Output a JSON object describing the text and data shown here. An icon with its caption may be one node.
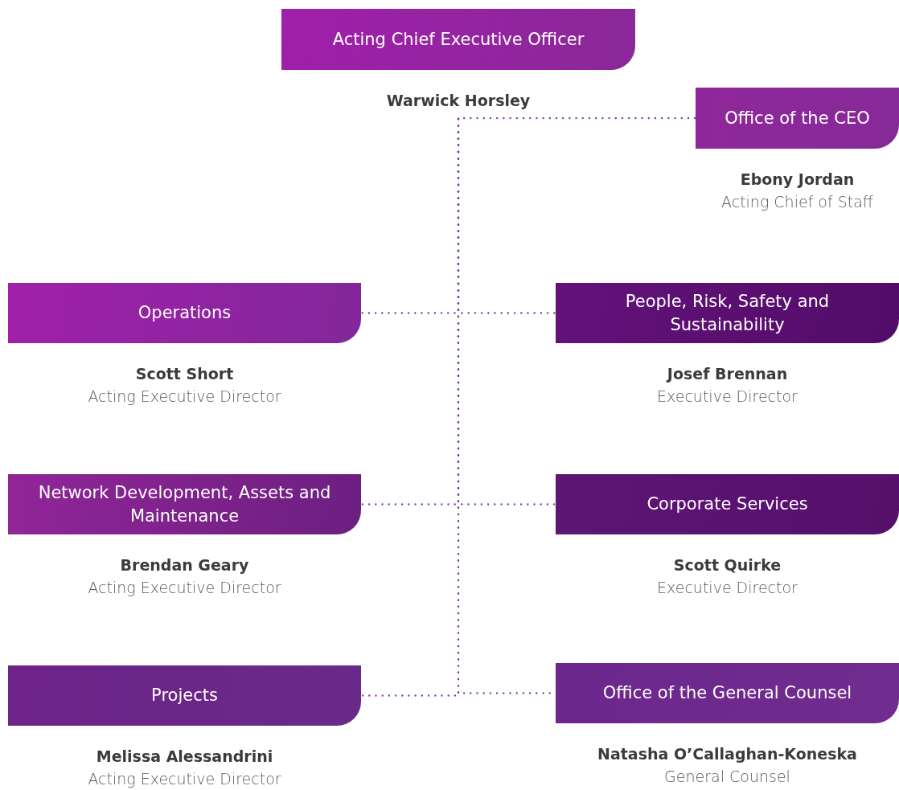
{
  "diagram": {
    "nodes": [
      {
        "text": [
          "Acting Chief Executive Officer"
        ],
        "beside": [
          "Warwick Horsley"
        ]
      },
      {
        "text": [
          "Office of the CEO"
        ],
        "beside": [
          "Ebony Jordan",
          "Acting Chief of Staff"
        ]
      },
      {
        "text": [
          "Operations"
        ],
        "beside": [
          "Scott Short",
          "Acting Executive Director"
        ]
      },
      {
        "text": [
          "People, Risk, Safety and Sustainability"
        ],
        "beside": [
          "Josef Brennan",
          "Executive Director"
        ]
      },
      {
        "text": [
          "Network Development, Assets and Maintenance"
        ],
        "beside": [
          "Brendan Geary",
          "Acting Executive Director"
        ]
      },
      {
        "text": [
          "Corporate Services"
        ],
        "beside": [
          "Scott Quirke",
          "Executive Director"
        ]
      },
      {
        "text": [
          "Projects"
        ],
        "beside": [
          "Melissa Alessandrini",
          "Acting Executive Director"
        ]
      },
      {
        "text": [
          "Office of the General Counsel"
        ],
        "beside": [
          "Natasha O’Callaghan-Koneska",
          "General Counsel"
        ]
      }
    ],
    "edges": [
      {
        "from": 0,
        "to": 1,
        "arrow": "none",
        "style": "dashed"
      },
      {
        "from": 0,
        "to": 2,
        "arrow": "none",
        "style": "dashed"
      },
      {
        "from": 0,
        "to": 3,
        "arrow": "none",
        "style": "dashed"
      },
      {
        "from": 0,
        "to": 4,
        "arrow": "none",
        "style": "dashed"
      },
      {
        "from": 0,
        "to": 5,
        "arrow": "none",
        "style": "dashed"
      },
      {
        "from": 0,
        "to": 6,
        "arrow": "none",
        "style": "dashed"
      },
      {
        "from": 0,
        "to": 7,
        "arrow": "none",
        "style": "dashed"
      }
    ]
  }
}
